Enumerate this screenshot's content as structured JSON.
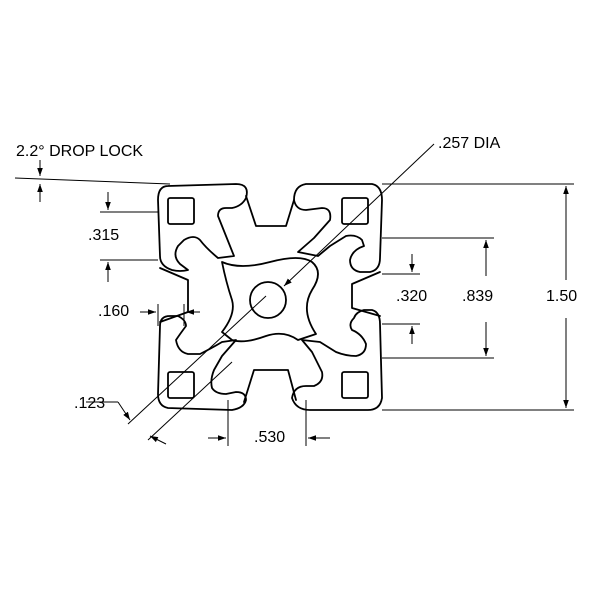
{
  "drawing": {
    "drop_lock_label": "2.2° DROP LOCK",
    "hole_dia_label": ".257 DIA",
    "dim_315": ".315",
    "dim_160": ".160",
    "dim_123": ".123",
    "dim_530": ".530",
    "dim_320": ".320",
    "dim_839": ".839",
    "dim_150": "1.50",
    "line_color": "#000000",
    "background": "#ffffff"
  }
}
